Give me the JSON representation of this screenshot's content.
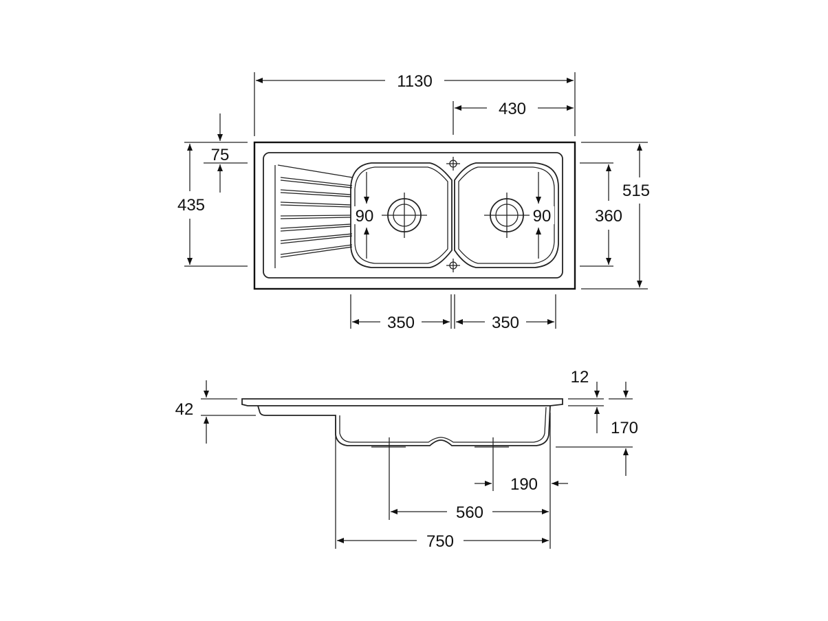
{
  "top_view": {
    "overall_width": "1130",
    "bowl_section_width": "430",
    "front_edge_to_bowl": "75",
    "bowl_depth_from_front": "435",
    "overall_depth": "515",
    "bowl_length": "360",
    "left_drain_offset": "90",
    "right_drain_offset": "90",
    "left_bowl_width": "350",
    "right_bowl_width": "350"
  },
  "side_view": {
    "drainer_depth": "42",
    "rim_thickness": "12",
    "bowl_depth": "170",
    "drain_to_edge": "190",
    "drain_spacing": "560",
    "bowl_unit_width": "750"
  }
}
